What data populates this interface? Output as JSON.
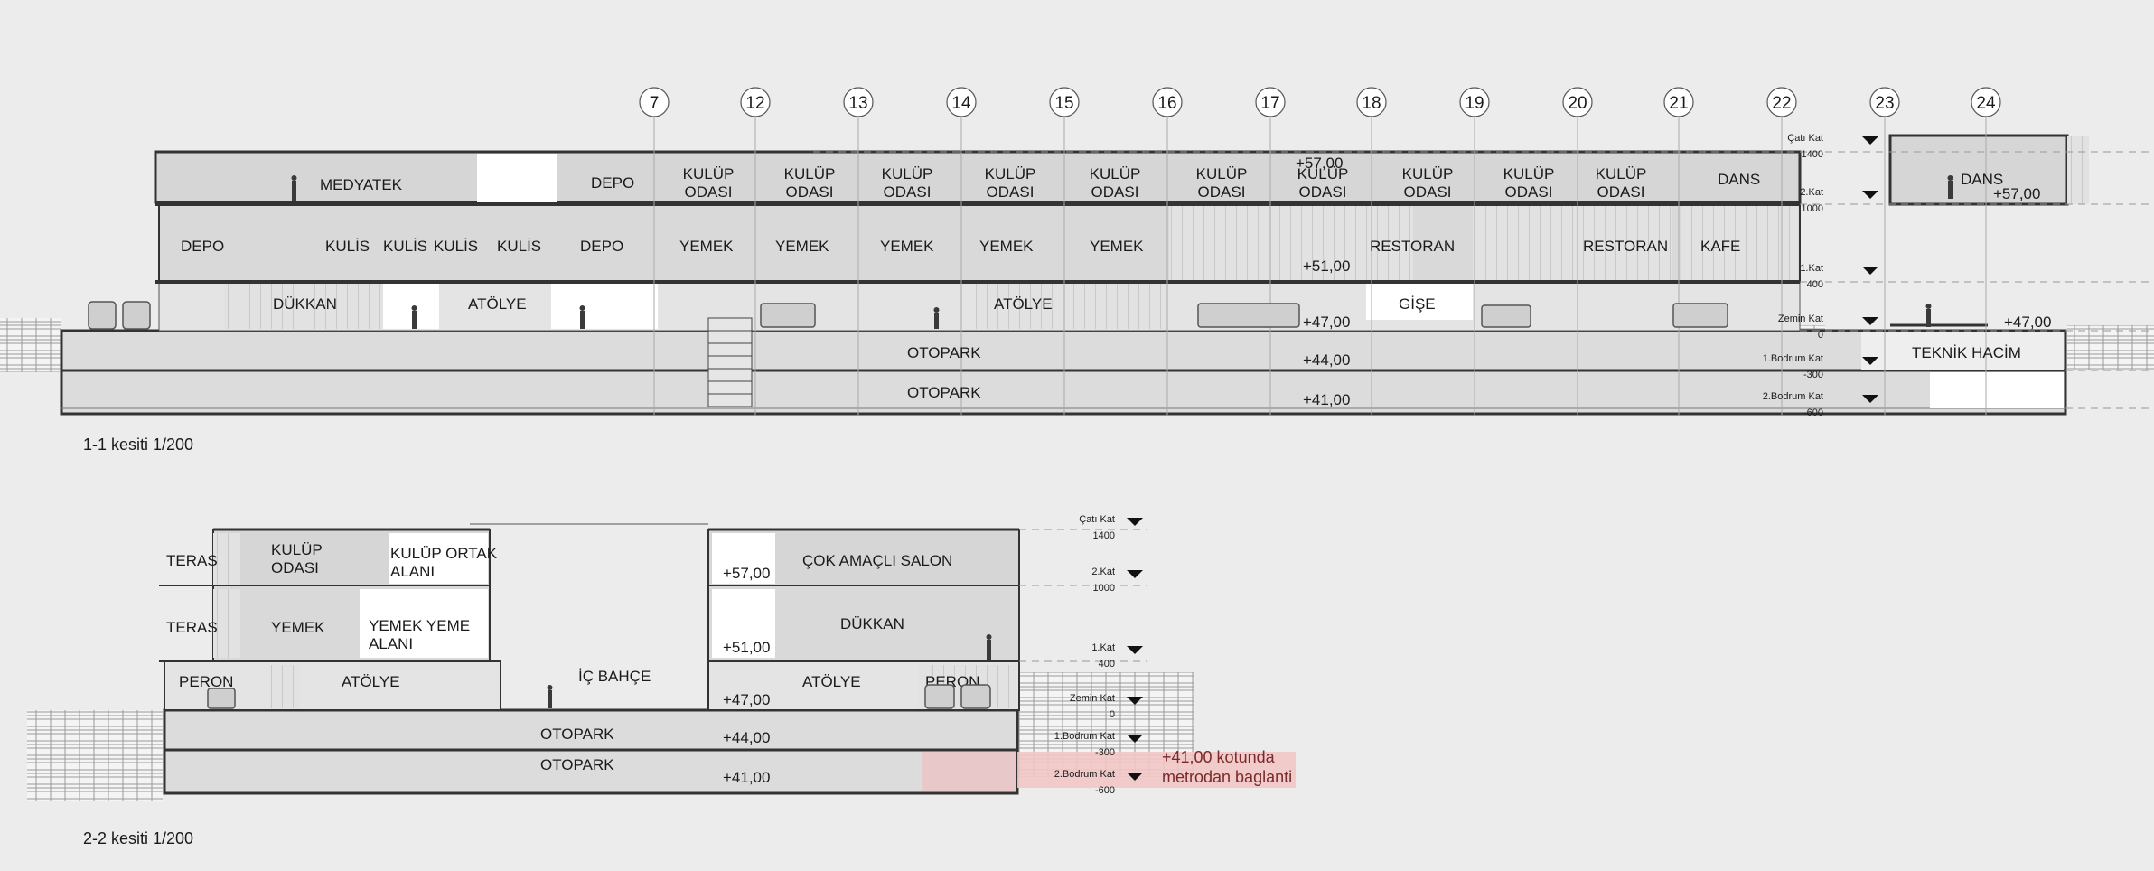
{
  "section1": {
    "caption": "1-1 kesiti 1/200",
    "grid_numbers": [
      "7",
      "12",
      "13",
      "14",
      "15",
      "16",
      "17",
      "18",
      "19",
      "20",
      "21",
      "22",
      "23",
      "24"
    ],
    "rooms": {
      "medyatek": "MEDYATEK",
      "depo": "DEPO",
      "kulup_line1": "KULÜP",
      "kulup_line2": "ODASI",
      "dans": "DANS",
      "kulis": "KULİS",
      "yemek": "YEMEK",
      "restoran": "RESTORAN",
      "kafe": "KAFE",
      "dukkan": "DÜKKAN",
      "atolye": "ATÖLYE",
      "gise": "GİŞE",
      "otopark": "OTOPARK",
      "teknik": "TEKNİK HACİM"
    },
    "elevations": {
      "e57": "+57,00",
      "e51": "+51,00",
      "e47": "+47,00",
      "e44": "+44,00",
      "e41": "+41,00"
    },
    "levels": [
      {
        "name": "Çatı Kat",
        "value": "1400"
      },
      {
        "name": "2.Kat",
        "value": "1000"
      },
      {
        "name": "1.Kat",
        "value": "400"
      },
      {
        "name": "Zemin Kat",
        "value": "0"
      },
      {
        "name": "1.Bodrum Kat",
        "value": "-300"
      },
      {
        "name": "2.Bodrum Kat",
        "value": "-600"
      }
    ]
  },
  "section2": {
    "caption": "2-2 kesiti 1/200",
    "rooms": {
      "teras": "TERAS",
      "kulup_odasi_1": "KULÜP",
      "kulup_odasi_2": "ODASI",
      "kulup_ortak_1": "KULÜP ORTAK",
      "kulup_ortak_2": "ALANI",
      "yemek": "YEMEK",
      "yemek_yeme_1": "YEMEK YEME",
      "yemek_yeme_2": "ALANI",
      "peron": "PERON",
      "atolye": "ATÖLYE",
      "ic_bahce": "İÇ BAHÇE",
      "cok_amacli": "ÇOK AMAÇLI SALON",
      "dukkan": "DÜKKAN",
      "otopark": "OTOPARK"
    },
    "elevations": {
      "e57": "+57,00",
      "e51": "+51,00",
      "e47": "+47,00",
      "e44": "+44,00",
      "e41": "+41,00"
    },
    "levels": [
      {
        "name": "Çatı Kat",
        "value": "1400"
      },
      {
        "name": "2.Kat",
        "value": "1000"
      },
      {
        "name": "1.Kat",
        "value": "400"
      },
      {
        "name": "Zemin Kat",
        "value": "0"
      },
      {
        "name": "1.Bodrum Kat",
        "value": "-300"
      },
      {
        "name": "2.Bodrum Kat",
        "value": "-600"
      }
    ],
    "note_line1": "+41,00 kotunda",
    "note_line2": "metrodan baglanti"
  }
}
